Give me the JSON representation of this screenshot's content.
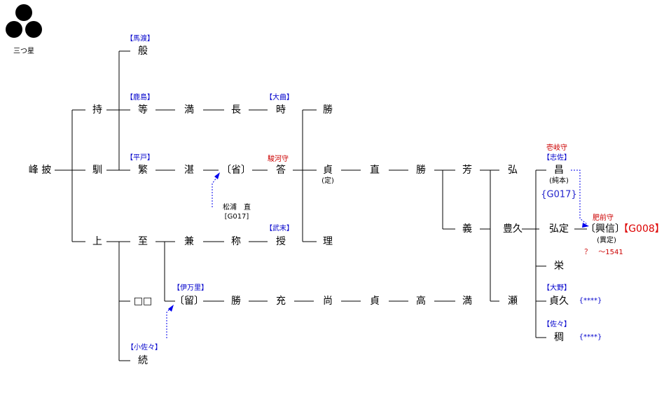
{
  "crest": {
    "label": "三つ星",
    "color": "#000000"
  },
  "colors": {
    "region": "#0000cc",
    "office": "#cc0000",
    "line": "#000000",
    "dotted": "#0000ee"
  },
  "names": {
    "hokihi": "峰 披",
    "mochi": "持",
    "kun": "馴",
    "kami": "上",
    "dan": "般",
    "tou": "等",
    "shige": "繁",
    "itaru": "至",
    "kokuko": "□□",
    "tsuzuku": "続",
    "mitsu": "満",
    "tan": "湛",
    "ken": "兼",
    "tome": "〔留〕",
    "naga": "長",
    "sei": "〔省〕",
    "sho": "称",
    "katsu2": "勝",
    "toki": "時",
    "kotae": "答",
    "sazuku": "授",
    "mitsuru": "充",
    "katsu": "勝",
    "sada": "貞",
    "ri": "理",
    "nao2": "尚",
    "nao": "直",
    "sada2": "貞",
    "katsu3": "勝",
    "taka": "高",
    "yoshi": "芳",
    "gi": "義",
    "mitsu2": "満",
    "hiro": "弘",
    "toyohisa": "豊久",
    "se": "瀬",
    "akira": "昌",
    "hirosada": "弘定",
    "sakae": "栄",
    "sadahisa": "貞久",
    "shu": "稠",
    "okinobu": "〔興信〕"
  },
  "annotations": {
    "mawatari": "【馬渡】",
    "kashima": "【鹿島】",
    "hirado": "【平戸】",
    "omagari": "【大曲】",
    "takesue": "【武末】",
    "imari": "【伊万里】",
    "kosasa": "【小佐々】",
    "shisa": "【志佐】",
    "ono": "【大野】",
    "sasa": "【佐々】",
    "suruganokami": "駿河守",
    "ikinokami": "壱岐守",
    "hizennokami": "肥前守",
    "sada_note": "(定)",
    "akira_note": "(純本)",
    "okinobu_note": "(異定)",
    "matsura_nao": "松浦　直",
    "g017_small": "[G017]",
    "g017": "{G017}",
    "g008": "【G008】",
    "star1": "{****}",
    "star2": "{****}",
    "years": "？　〜1541"
  }
}
